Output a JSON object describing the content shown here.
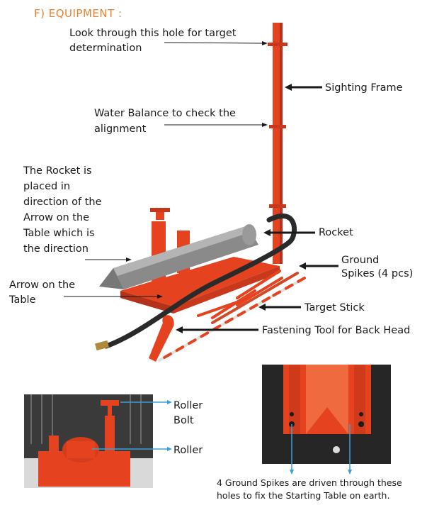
{
  "heading": "F) EQUIPMENT :",
  "labels": {
    "hole_line1": "Look through this hole for target",
    "hole_line2": "determination",
    "sighting_frame": "Sighting Frame",
    "water_line1": "Water Balance to check the",
    "water_line2": "alignment",
    "rocket_desc": [
      "The Rocket is",
      "placed in",
      "direction of the",
      "Arrow on the",
      "Table which is",
      "the direction"
    ],
    "rocket": "Rocket",
    "ground_line1": "Ground",
    "ground_line2": "Spikes (4 pcs)",
    "arrow_line1": "Arrow on the",
    "arrow_line2": "Table",
    "target_stick": "Target Stick",
    "fastening_tool": "Fastening Tool for Back Head",
    "roller_bolt_line1": "Roller",
    "roller_bolt_line2": "Bolt",
    "roller": "Roller",
    "spikes_caption_line1": "4 Ground Spikes are driven through these",
    "spikes_caption_line2": "holes to fix the Starting Table on earth."
  },
  "colors": {
    "heading": "#e8812c",
    "equipment_orange": "#e5431f",
    "rocket_gray": "#8a8a8a",
    "hose": "#2a2a2a",
    "photo_dark": "#2b2b2b",
    "callout_blue": "#3aa0d8"
  }
}
